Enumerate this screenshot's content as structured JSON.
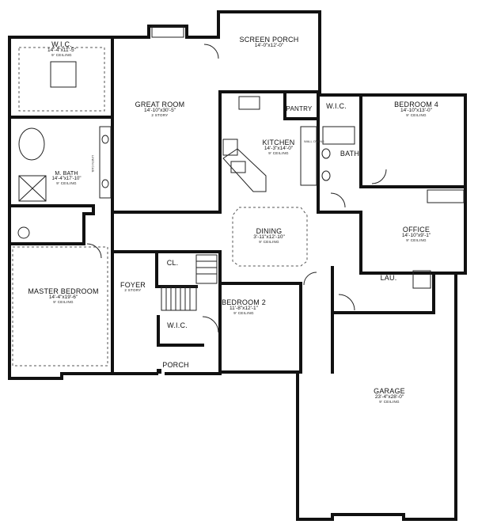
{
  "rooms": [
    {
      "key": "wic_master",
      "name": "W.I.C.",
      "dims": "14'-4\"x11'-5\"",
      "ceiling": "9' CEILING"
    },
    {
      "key": "screen_porch",
      "name": "SCREEN PORCH",
      "dims": "14'-0\"x12'-0\"",
      "ceiling": ""
    },
    {
      "key": "great_room",
      "name": "GREAT ROOM",
      "dims": "14'-10\"x30'-5\"",
      "ceiling": "2 STORY"
    },
    {
      "key": "pantry",
      "name": "PANTRY",
      "dims": "",
      "ceiling": ""
    },
    {
      "key": "wic_bed4",
      "name": "W.I.C.",
      "dims": "",
      "ceiling": ""
    },
    {
      "key": "bedroom4",
      "name": "BEDROOM 4",
      "dims": "14'-10\"x13'-0\"",
      "ceiling": "9' CEILING"
    },
    {
      "key": "kitchen",
      "name": "KITCHEN",
      "dims": "14'-3\"x14'-0\"",
      "ceiling": "9' CEILING"
    },
    {
      "key": "bath",
      "name": "BATH",
      "dims": "",
      "ceiling": ""
    },
    {
      "key": "m_bath",
      "name": "M. BATH",
      "dims": "14'-4\"x17'-10\"",
      "ceiling": "9' CEILING"
    },
    {
      "key": "office",
      "name": "OFFICE",
      "dims": "14'-10\"x9'-1\"",
      "ceiling": "9' CEILING"
    },
    {
      "key": "dining",
      "name": "DINING",
      "dims": "3'-11\"x12'-10\"",
      "ceiling": "9' CEILING"
    },
    {
      "key": "cl",
      "name": "CL.",
      "dims": "",
      "ceiling": ""
    },
    {
      "key": "lau",
      "name": "LAU.",
      "dims": "",
      "ceiling": ""
    },
    {
      "key": "master_bedroom",
      "name": "MASTER BEDROOM",
      "dims": "14'-4\"x19'-6\"",
      "ceiling": "9' CEILING"
    },
    {
      "key": "foyer",
      "name": "FOYER",
      "dims": "2 STORY",
      "ceiling": ""
    },
    {
      "key": "bedroom2",
      "name": "BEDROOM 2",
      "dims": "11'-8\"x12'-1\"",
      "ceiling": "9' CEILING"
    },
    {
      "key": "wic_bed2",
      "name": "W.I.C.",
      "dims": "",
      "ceiling": ""
    },
    {
      "key": "porch",
      "name": "PORCH",
      "dims": "",
      "ceiling": ""
    },
    {
      "key": "garage",
      "name": "GARAGE",
      "dims": "23'-4\"x28'-0\"",
      "ceiling": "9' CEILING"
    }
  ],
  "notes": {
    "linen": "LINEN CAB.",
    "wall_ovens": "WALL OVENS"
  }
}
